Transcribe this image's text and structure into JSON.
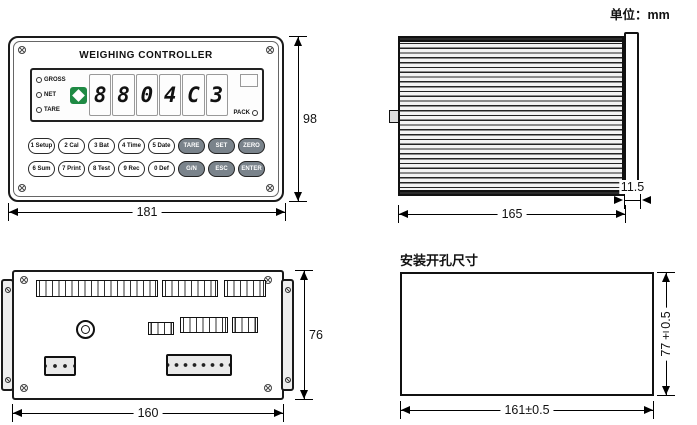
{
  "unit_note": "单位：mm",
  "colors": {
    "line": "#1a1a1a",
    "logo_green": "#1f8a44"
  },
  "front_view": {
    "title": "WEIGHING CONTROLLER",
    "indicators": [
      {
        "label": "GROSS"
      },
      {
        "label": "NET"
      },
      {
        "label": "TARE"
      }
    ],
    "pack_label": "PACK",
    "display_digits": [
      "8",
      "8",
      "0",
      "4",
      "C",
      "3"
    ],
    "keypad": {
      "row1": [
        "1 Setup",
        "2 Cal",
        "3 Bat",
        "4 Time",
        "5 Date",
        "TARE",
        "SET",
        "ZERO"
      ],
      "row2": [
        "6 Sum",
        "7 Print",
        "8 Test",
        "9 Rec",
        "0 Def",
        "G/N",
        "ESC",
        "ENTER"
      ]
    },
    "dim_width": "181",
    "dim_height": "98"
  },
  "side_view": {
    "dim_depth": "165",
    "dim_flange": "11.5"
  },
  "rear_view": {
    "dim_width": "160",
    "dim_height": "76"
  },
  "cutout": {
    "title": "安装开孔尺寸",
    "dim_width": "161±0.5",
    "dim_height": "77±0.5"
  }
}
